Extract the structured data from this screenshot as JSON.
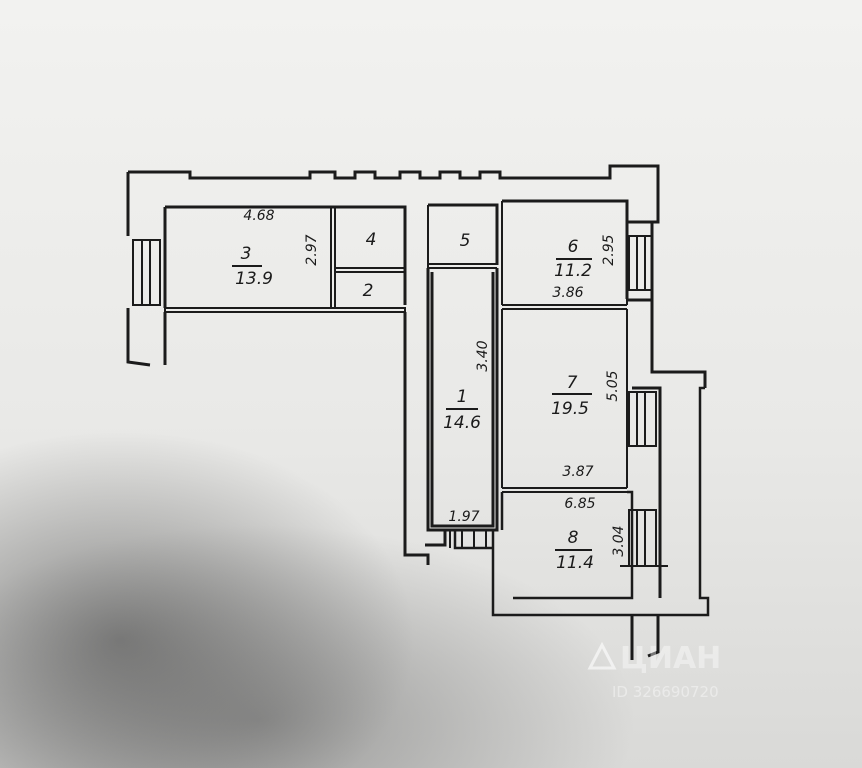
{
  "rooms": [
    {
      "id": "3",
      "number": "3",
      "area": "13.9"
    },
    {
      "id": "4",
      "number": "4",
      "area": ""
    },
    {
      "id": "2",
      "number": "2",
      "area": ""
    },
    {
      "id": "5",
      "number": "5",
      "area": ""
    },
    {
      "id": "6",
      "number": "6",
      "area": "11.2"
    },
    {
      "id": "1",
      "number": "1",
      "area": "14.6"
    },
    {
      "id": "7",
      "number": "7",
      "area": "19.5"
    },
    {
      "id": "8",
      "number": "8",
      "area": "11.4"
    }
  ],
  "dimensions": {
    "d_4_68": "4.68",
    "d_2_97": "2.97",
    "d_2_95": "2.95",
    "d_3_86": "3.86",
    "d_3_40": "3.40",
    "d_5_05": "5.05",
    "d_3_87": "3.87",
    "d_6_85": "6.85",
    "d_1_97": "1.97",
    "d_3_04": "3.04"
  },
  "watermark": {
    "brand": "ЦИАН",
    "id": "ID 326690720"
  },
  "colors": {
    "ink": "#1b1b1b",
    "paper": "#ececea"
  }
}
